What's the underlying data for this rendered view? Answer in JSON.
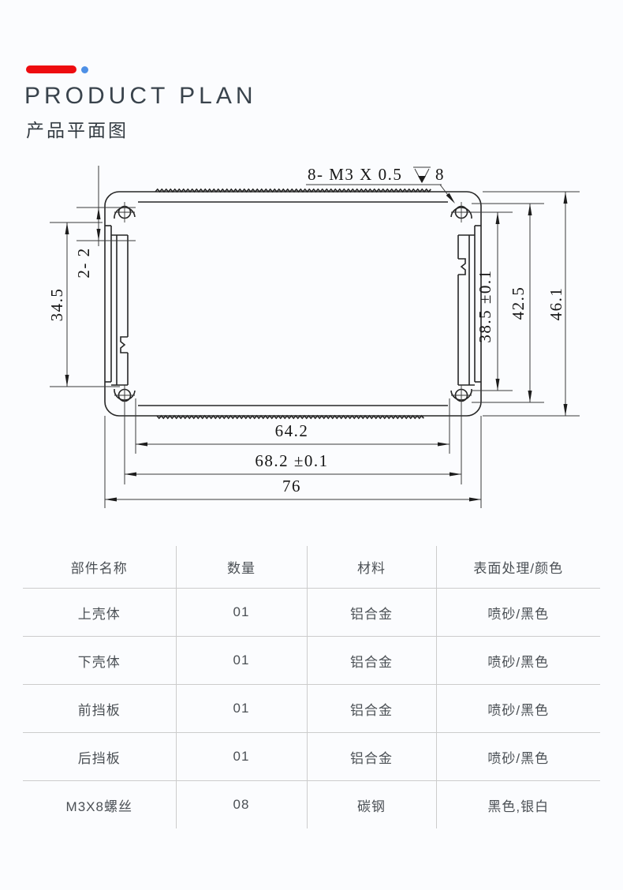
{
  "header": {
    "title": "PRODUCT PLAN",
    "subtitle": "产品平面图"
  },
  "drawing": {
    "thread_note": {
      "prefix": "8- M3 X 0.5",
      "suffix": "8",
      "symbol": "depth-symbol"
    },
    "dims": {
      "inner_width": "64.2",
      "hole_span": "68.2 ±0.1",
      "overall_width": "76",
      "inner_height": "38.5 ±0.1",
      "mid_height": "42.5",
      "overall_height": "46.1",
      "side_height": "34.5",
      "lip_gap": "2- 2"
    }
  },
  "table": {
    "headers": [
      "部件名称",
      "数量",
      "材料",
      "表面处理/颜色"
    ],
    "rows": [
      [
        "上壳体",
        "01",
        "铝合金",
        "喷砂/黑色"
      ],
      [
        "下壳体",
        "01",
        "铝合金",
        "喷砂/黑色"
      ],
      [
        "前挡板",
        "01",
        "铝合金",
        "喷砂/黑色"
      ],
      [
        "后挡板",
        "01",
        "铝合金",
        "喷砂/黑色"
      ],
      [
        "M3X8螺丝",
        "08",
        "碳钢",
        "黑色,银白"
      ]
    ]
  },
  "colors": {
    "accent_red": "#ee0c10",
    "accent_blue": "#4e90e6",
    "line_gray": "#cccccc"
  }
}
